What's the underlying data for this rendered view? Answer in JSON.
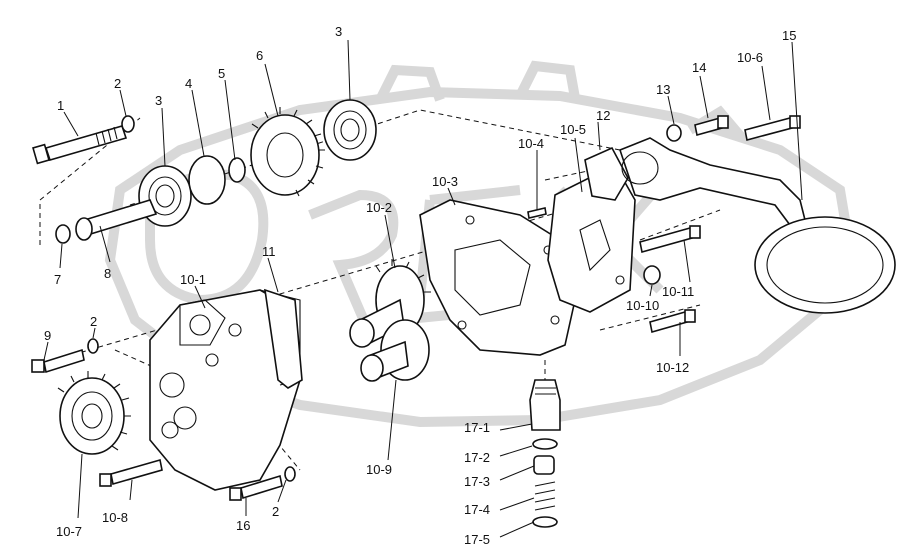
{
  "corner_mark": "",
  "callouts": [
    {
      "id": "c1",
      "text": "1"
    },
    {
      "id": "c2a",
      "text": "2"
    },
    {
      "id": "c3a",
      "text": "3"
    },
    {
      "id": "c4",
      "text": "4"
    },
    {
      "id": "c5",
      "text": "5"
    },
    {
      "id": "c6",
      "text": "6"
    },
    {
      "id": "c3b",
      "text": "3"
    },
    {
      "id": "c7",
      "text": "7"
    },
    {
      "id": "c8",
      "text": "8"
    },
    {
      "id": "c10_1",
      "text": "10-1"
    },
    {
      "id": "c11",
      "text": "11"
    },
    {
      "id": "c10_2",
      "text": "10-2"
    },
    {
      "id": "c10_3",
      "text": "10-3"
    },
    {
      "id": "c10_4",
      "text": "10-4"
    },
    {
      "id": "c10_5",
      "text": "10-5"
    },
    {
      "id": "c12",
      "text": "12"
    },
    {
      "id": "c13",
      "text": "13"
    },
    {
      "id": "c14",
      "text": "14"
    },
    {
      "id": "c10_6",
      "text": "10-6"
    },
    {
      "id": "c15",
      "text": "15"
    },
    {
      "id": "c9",
      "text": "9"
    },
    {
      "id": "c2b",
      "text": "2"
    },
    {
      "id": "c10_11",
      "text": "10-11"
    },
    {
      "id": "c10_10",
      "text": "10-10"
    },
    {
      "id": "c10_12",
      "text": "10-12"
    },
    {
      "id": "c10_9",
      "text": "10-9"
    },
    {
      "id": "c17_1",
      "text": "17-1"
    },
    {
      "id": "c17_2",
      "text": "17-2"
    },
    {
      "id": "c17_3",
      "text": "17-3"
    },
    {
      "id": "c17_4",
      "text": "17-4"
    },
    {
      "id": "c17_5",
      "text": "17-5"
    },
    {
      "id": "c10_7",
      "text": "10-7"
    },
    {
      "id": "c10_8",
      "text": "10-8"
    },
    {
      "id": "c16",
      "text": "16"
    },
    {
      "id": "c2c",
      "text": "2"
    }
  ]
}
